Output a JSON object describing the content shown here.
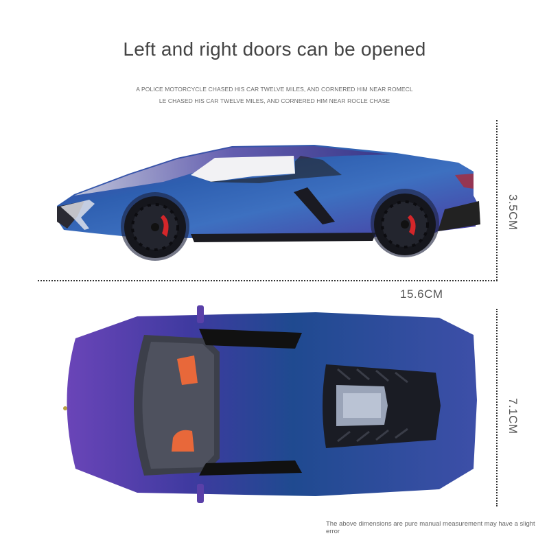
{
  "header": {
    "title": "Left and right doors can be opened",
    "tagline_line1": "A POLICE MOTORCYCLE CHASED HIS CAR TWELVE MILES, AND CORNERED HIM NEAR ROMECL",
    "tagline_line2": "LE CHASED HIS CAR TWELVE MILES, AND CORNERED HIM NEAR ROCLE CHASE"
  },
  "dimensions": {
    "height": "3.5CM",
    "length": "15.6CM",
    "width": "7.1CM"
  },
  "footnote": "The above dimensions are pure manual measurement may have a slight error",
  "colors": {
    "paint_blue": "#2f4fa8",
    "paint_purple": "#6a3fb0",
    "brake_caliper": "#d4262a",
    "seat_orange": "#e8683a",
    "text_dark": "#444444"
  }
}
